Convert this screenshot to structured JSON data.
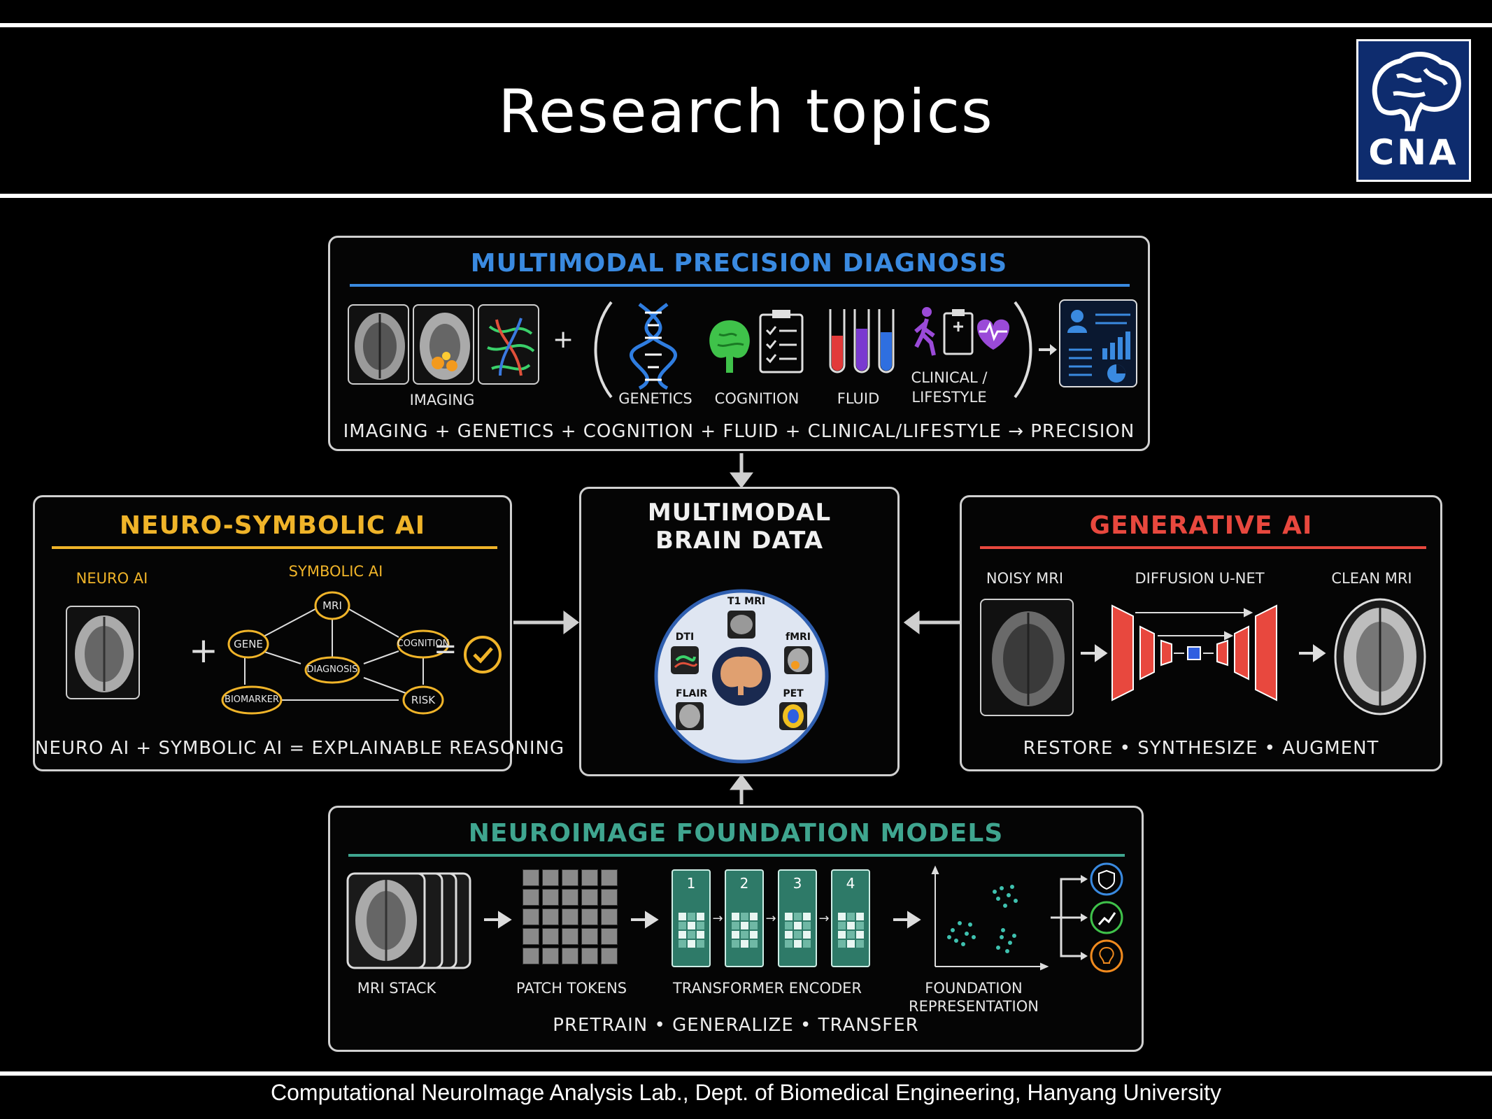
{
  "header": {
    "title": "Research topics",
    "logo_text": "CNA"
  },
  "footer": {
    "text": "Computational NeuroImage Analysis Lab., Dept. of Biomedical Engineering, Hanyang University"
  },
  "top": {
    "title": "MULTIMODAL PRECISION DIAGNOSIS",
    "labels": {
      "imaging": "IMAGING",
      "genetics": "GENETICS",
      "cognition": "COGNITION",
      "fluid": "FLUID",
      "clinical1": "CLINICAL /",
      "clinical2": "LIFESTYLE"
    },
    "formula": "IMAGING + GENETICS + COGNITION + FLUID + CLINICAL/LIFESTYLE → PRECISION",
    "plus": "+"
  },
  "center": {
    "title1": "MULTIMODAL",
    "title2": "BRAIN DATA",
    "mods": {
      "t1": "T1 MRI",
      "dti": "DTI",
      "fmri": "fMRI",
      "flair": "FLAIR",
      "pet": "PET"
    }
  },
  "left": {
    "title": "NEURO-SYMBOLIC AI",
    "neuro": "NEURO AI",
    "symbolic": "SYMBOLIC AI",
    "nodes": {
      "mri": "MRI",
      "gene": "GENE",
      "cognition": "COGNITION",
      "diagnosis": "DIAGNOSIS",
      "biomarker": "BIOMARKER",
      "risk": "RISK"
    },
    "plus": "+",
    "equals": "=",
    "formula": "NEURO AI + SYMBOLIC AI = EXPLAINABLE REASONING"
  },
  "right": {
    "title": "GENERATIVE AI",
    "noisy": "NOISY MRI",
    "unet": "DIFFUSION U-NET",
    "clean": "CLEAN MRI",
    "formula": "RESTORE • SYNTHESIZE • AUGMENT"
  },
  "bottom": {
    "title": "NEUROIMAGE FOUNDATION MODELS",
    "stack": "MRI STACK",
    "patch": "PATCH TOKENS",
    "encoder": "TRANSFORMER ENCODER",
    "found1": "FOUNDATION",
    "found2": "REPRESENTATION",
    "blocks": [
      "1",
      "2",
      "3",
      "4"
    ],
    "formula": "PRETRAIN • GENERALIZE • TRANSFER"
  },
  "colors": {
    "blue": "#3a8ae0",
    "yellow": "#f0b429",
    "red": "#e8483e",
    "teal": "#3fa58f"
  }
}
